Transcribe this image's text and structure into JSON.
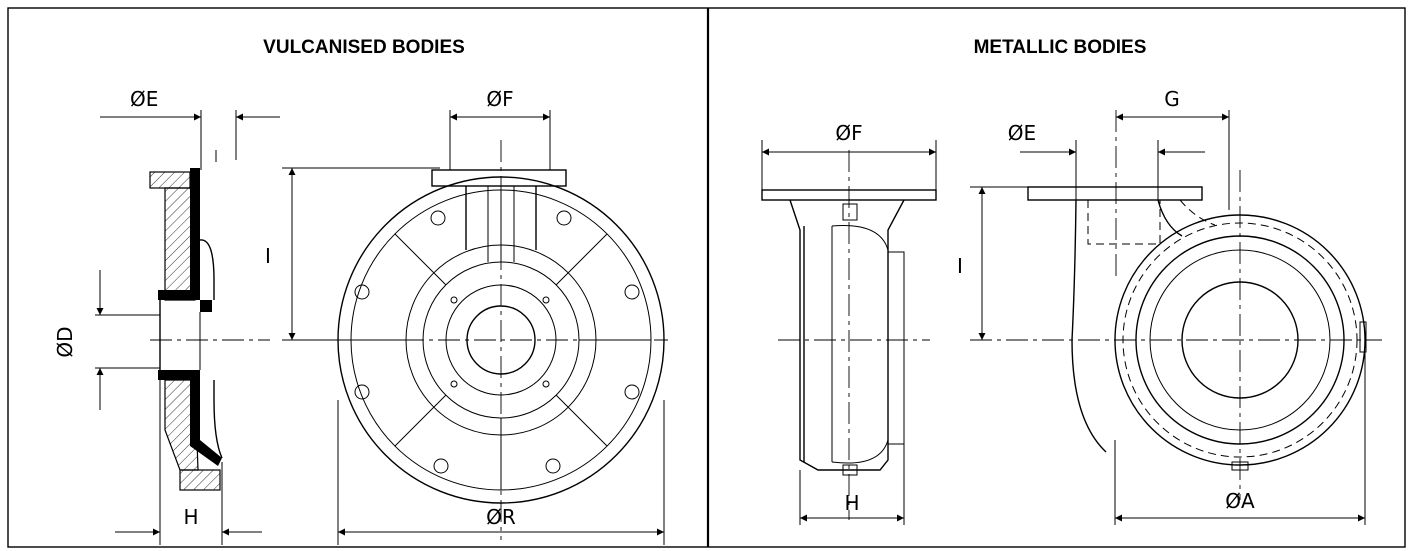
{
  "panels": [
    {
      "title": "VULCANISED BODIES",
      "dimensions": {
        "E": "ØE",
        "F": "ØF",
        "I": "I",
        "D": "ØD",
        "H": "H",
        "R": "ØR"
      }
    },
    {
      "title": "METALLIC BODIES",
      "dimensions": {
        "F": "ØF",
        "E": "ØE",
        "G": "G",
        "I": "I",
        "H": "H",
        "A": "ØA"
      }
    }
  ]
}
